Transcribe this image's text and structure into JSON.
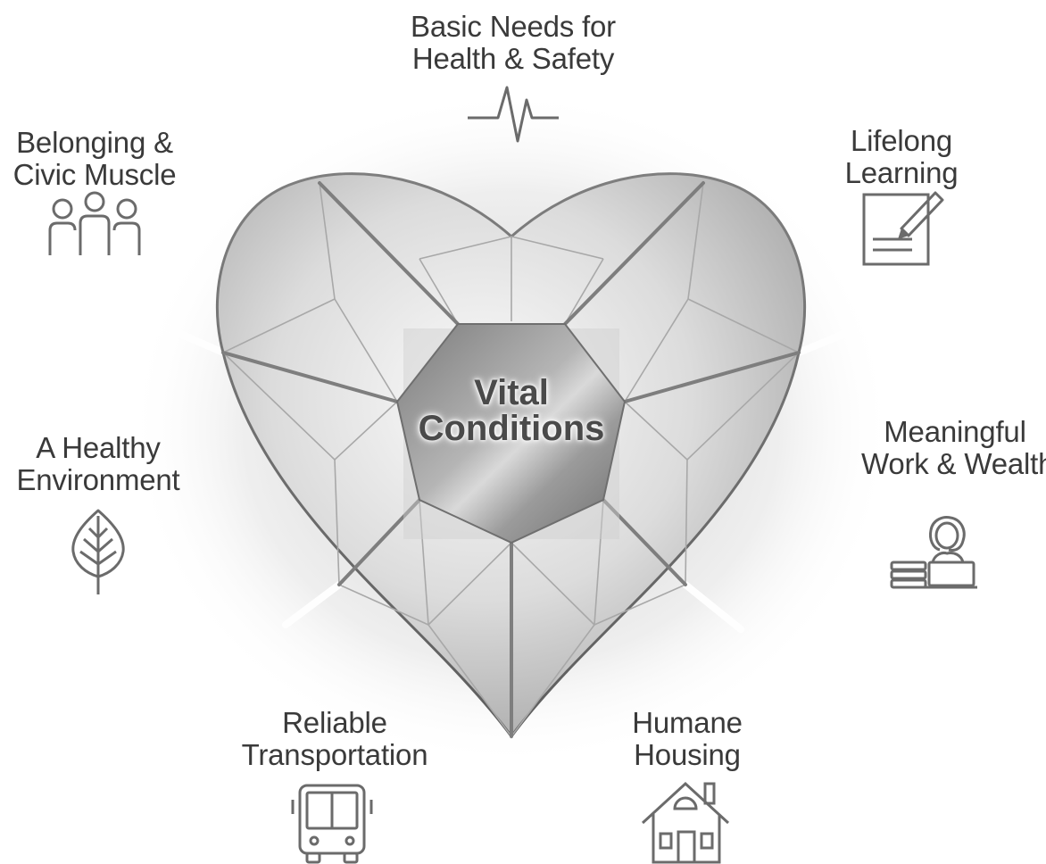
{
  "center": {
    "line1": "Vital",
    "line2": "Conditions"
  },
  "conditions": [
    {
      "line1": "Basic Needs for",
      "line2": "Health & Safety",
      "icon": "heartbeat-icon"
    },
    {
      "line1": "Lifelong",
      "line2": "Learning",
      "icon": "notepad-pen-icon"
    },
    {
      "line1": "Meaningful",
      "line2": "Work & Wealth",
      "icon": "worker-at-laptop-icon"
    },
    {
      "line1": "Humane",
      "line2": "Housing",
      "icon": "house-icon"
    },
    {
      "line1": "Reliable",
      "line2": "Transportation",
      "icon": "bus-icon"
    },
    {
      "line1": "A Healthy",
      "line2": "Environment",
      "icon": "leaf-icon"
    },
    {
      "line1": "Belonging &",
      "line2": "Civic Muscle",
      "icon": "people-group-icon"
    }
  ],
  "colors": {
    "icon": "#6b6b6b",
    "text": "#3a3a3a",
    "heart_light": "#f2f2f2",
    "heart_dark": "#8f8f8f",
    "facet_line": "#9a9a9a",
    "center_hexagon": "#8a8a8a"
  }
}
